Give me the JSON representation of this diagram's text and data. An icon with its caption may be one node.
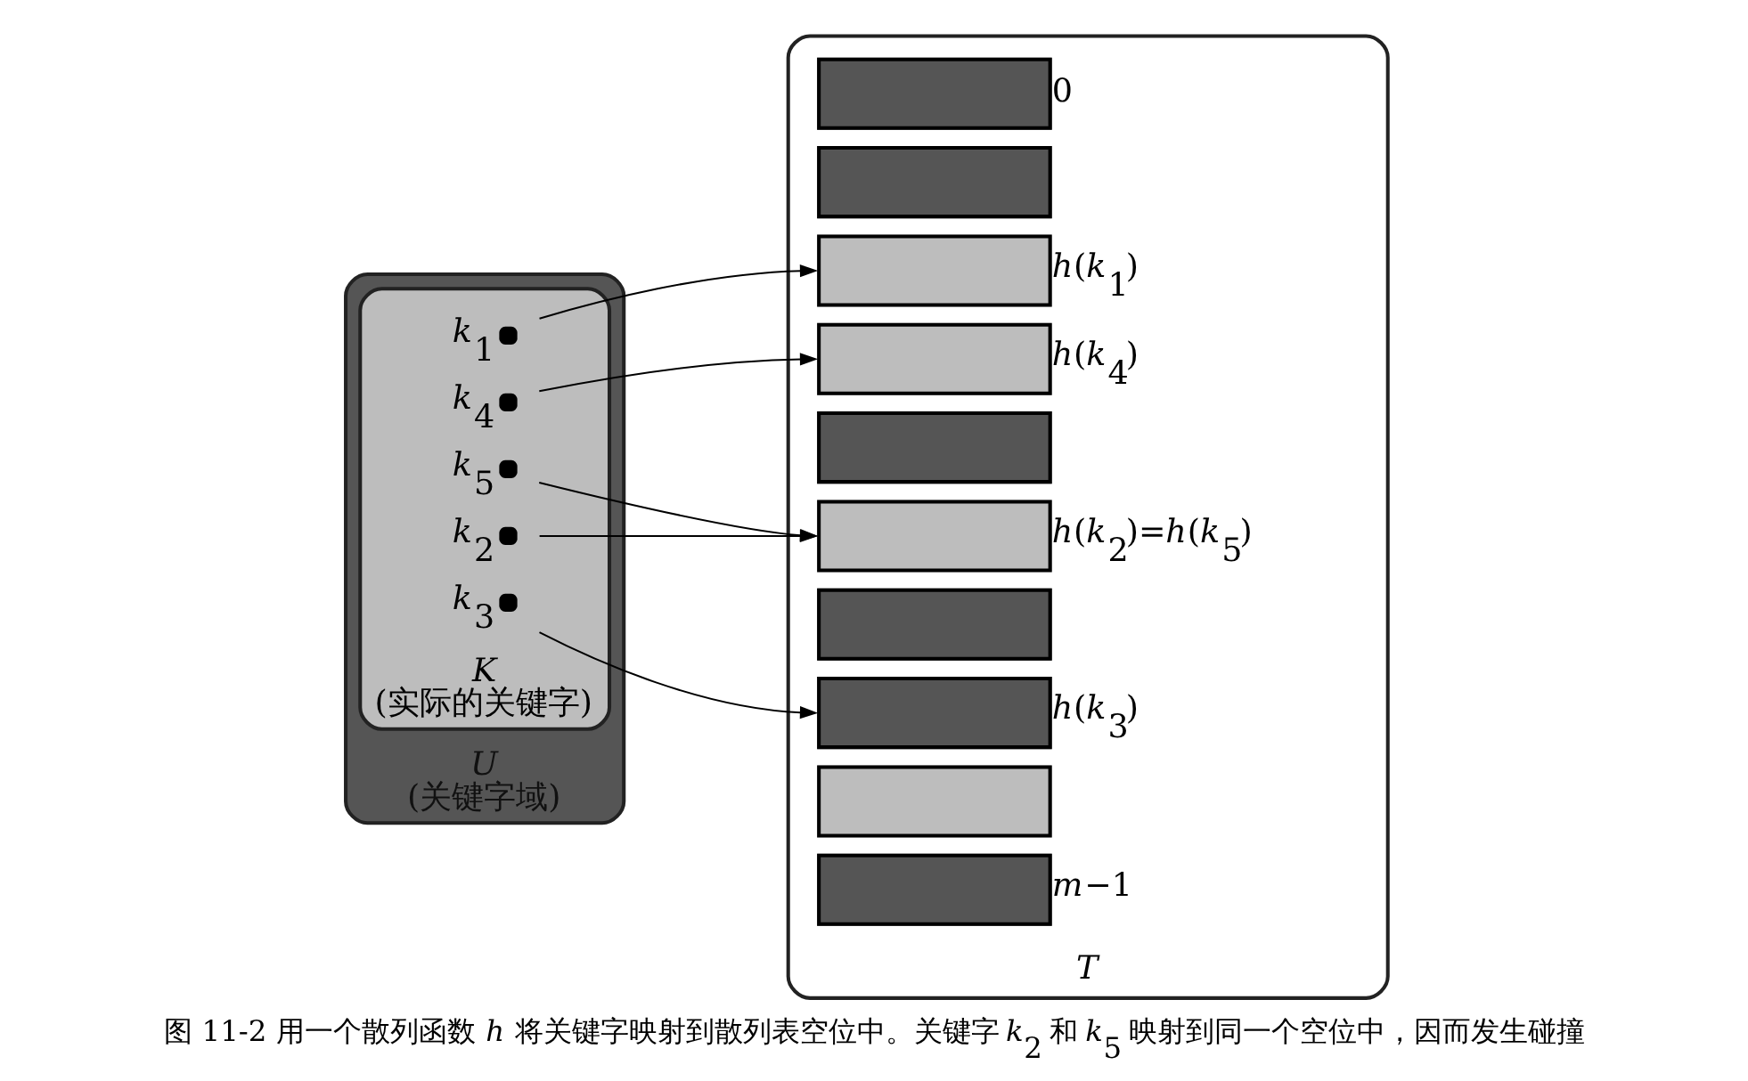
{
  "diagram": {
    "caption": "图 11-2 用一个散列函数 *h* 将关键字映射到散列表空位中。关键字 *k*$_{2}$ 和 *k*$_{5}$ 映射到同一个空位中，因而发生碰撞",
    "nodes": [
      {
        "text": [
          "*U*",
          "(关键字域)"
        ]
      },
      {
        "text": [
          "*K*",
          "(实际的关键字)"
        ],
        "in": 0
      },
      {
        "text": [
          "*k*$_{1}$"
        ],
        "in": 1
      },
      {
        "text": [
          "*k*$_{4}$"
        ],
        "in": 1
      },
      {
        "text": [
          "*k*$_{5}$"
        ],
        "in": 1
      },
      {
        "text": [
          "*k*$_{2}$"
        ],
        "in": 1
      },
      {
        "text": [
          "*k*$_{3}$"
        ],
        "in": 1
      },
      {
        "text": [
          "*T*"
        ]
      },
      {
        "text": [],
        "shape": "box",
        "in": 7,
        "beside": [
          "0"
        ]
      },
      {
        "text": [],
        "shape": "box",
        "in": 7
      },
      {
        "text": [],
        "shape": "box",
        "in": 7,
        "beside": [
          "*h*(*k*$_{1}$)"
        ]
      },
      {
        "text": [],
        "shape": "box",
        "in": 7,
        "beside": [
          "*h*(*k*$_{4}$)"
        ]
      },
      {
        "text": [],
        "shape": "box",
        "in": 7
      },
      {
        "text": [],
        "shape": "box",
        "in": 7,
        "beside": [
          "*h*(*k*$_{2}$)=*h*(*k*$_{5}$)"
        ]
      },
      {
        "text": [],
        "shape": "box",
        "in": 7
      },
      {
        "text": [],
        "shape": "box",
        "in": 7,
        "beside": [
          "*h*(*k*$_{3}$)"
        ]
      },
      {
        "text": [],
        "shape": "box",
        "in": 7
      },
      {
        "text": [],
        "shape": "box",
        "in": 7,
        "beside": [
          "*m*−1"
        ]
      }
    ],
    "edges": [
      {
        "from": 2,
        "to": 10,
        "arrow": "to"
      },
      {
        "from": 3,
        "to": 11,
        "arrow": "to"
      },
      {
        "from": 4,
        "to": 13,
        "arrow": "to"
      },
      {
        "from": 5,
        "to": 13,
        "arrow": "to"
      },
      {
        "from": 6,
        "to": 15,
        "arrow": "to"
      }
    ]
  }
}
